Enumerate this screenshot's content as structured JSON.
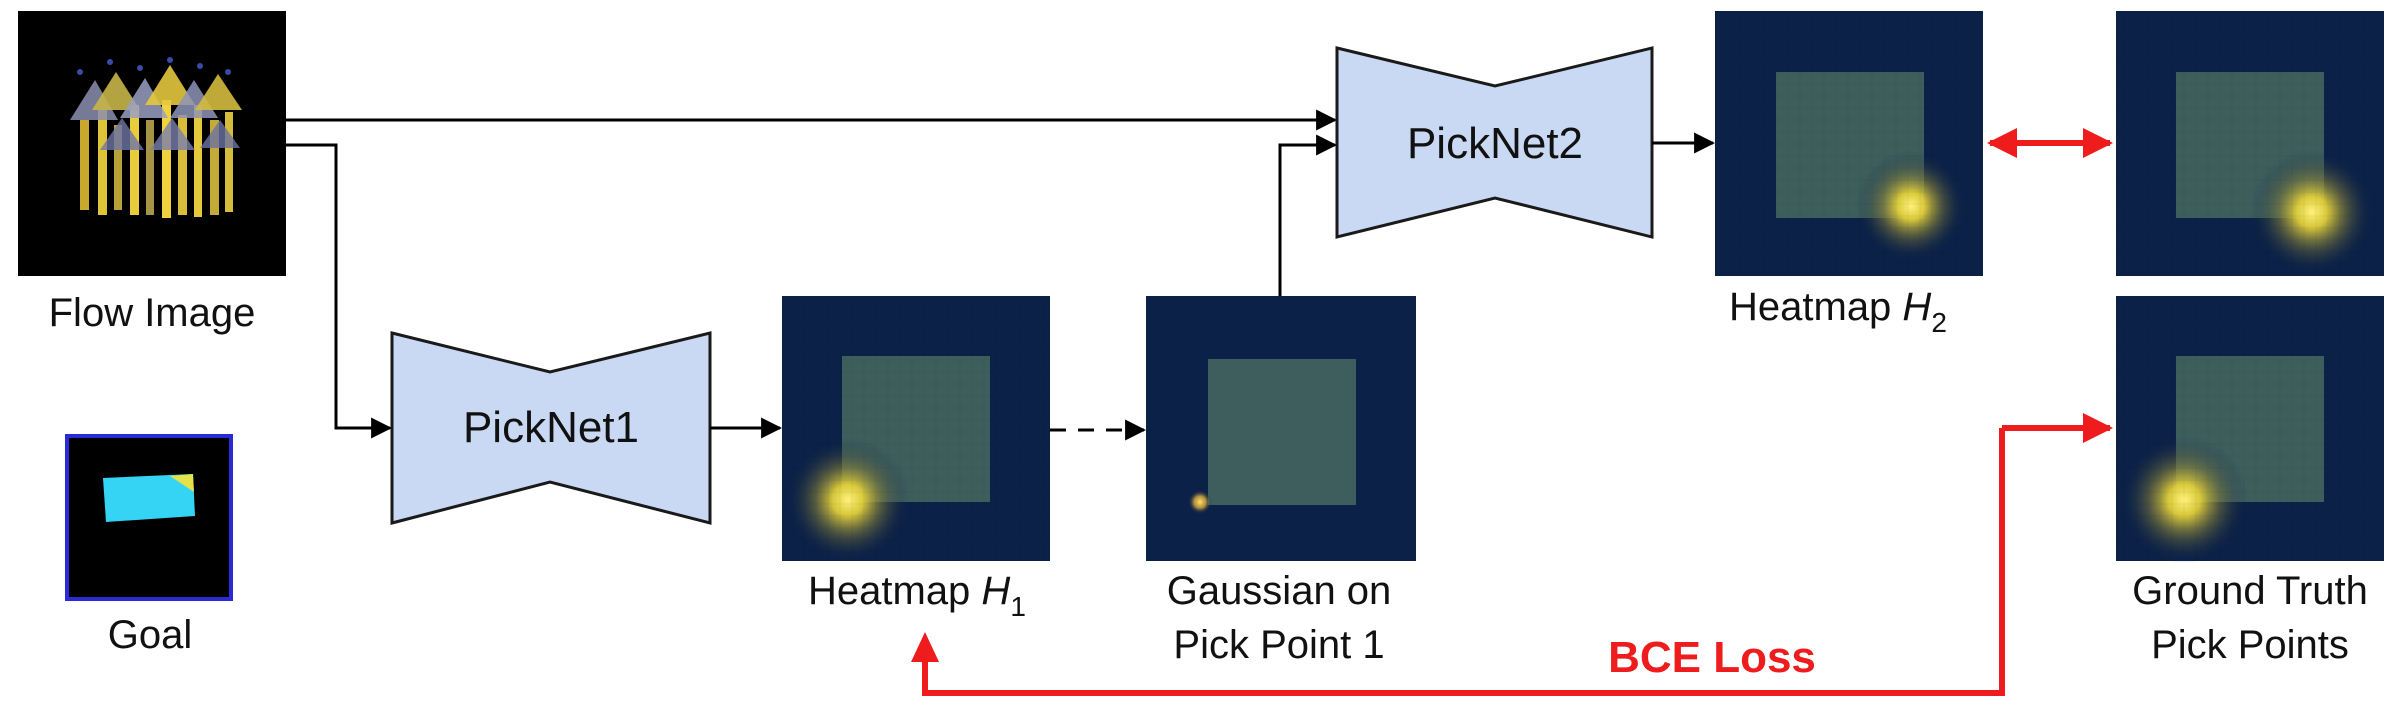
{
  "colors": {
    "network_fill": "#c9d8f3",
    "network_stroke": "#1a1a1a",
    "heatmap_bg": "#0b2147",
    "cloth_square": "#3d5e5d",
    "hotspot": "#f2e35a",
    "loss_red": "#ee1c1c",
    "arrow_black": "#000000",
    "goal_border": "#2a2bd8",
    "goal_cloth": "#35d4f4"
  },
  "inputs": {
    "flow_image_label": "Flow Image",
    "goal_label": "Goal"
  },
  "networks": {
    "picknet1_label": "PickNet1",
    "picknet2_label": "PickNet2"
  },
  "heatmap1": {
    "label_prefix": "Heatmap ",
    "var": "H",
    "sub": "1"
  },
  "gaussian": {
    "line1": "Gaussian on",
    "line2": "Pick Point 1"
  },
  "heatmap2": {
    "label_prefix": "Heatmap ",
    "var": "H",
    "sub": "2"
  },
  "ground_truth": {
    "line1": "Ground Truth",
    "line2": "Pick Points"
  },
  "loss": {
    "label": "BCE Loss"
  }
}
